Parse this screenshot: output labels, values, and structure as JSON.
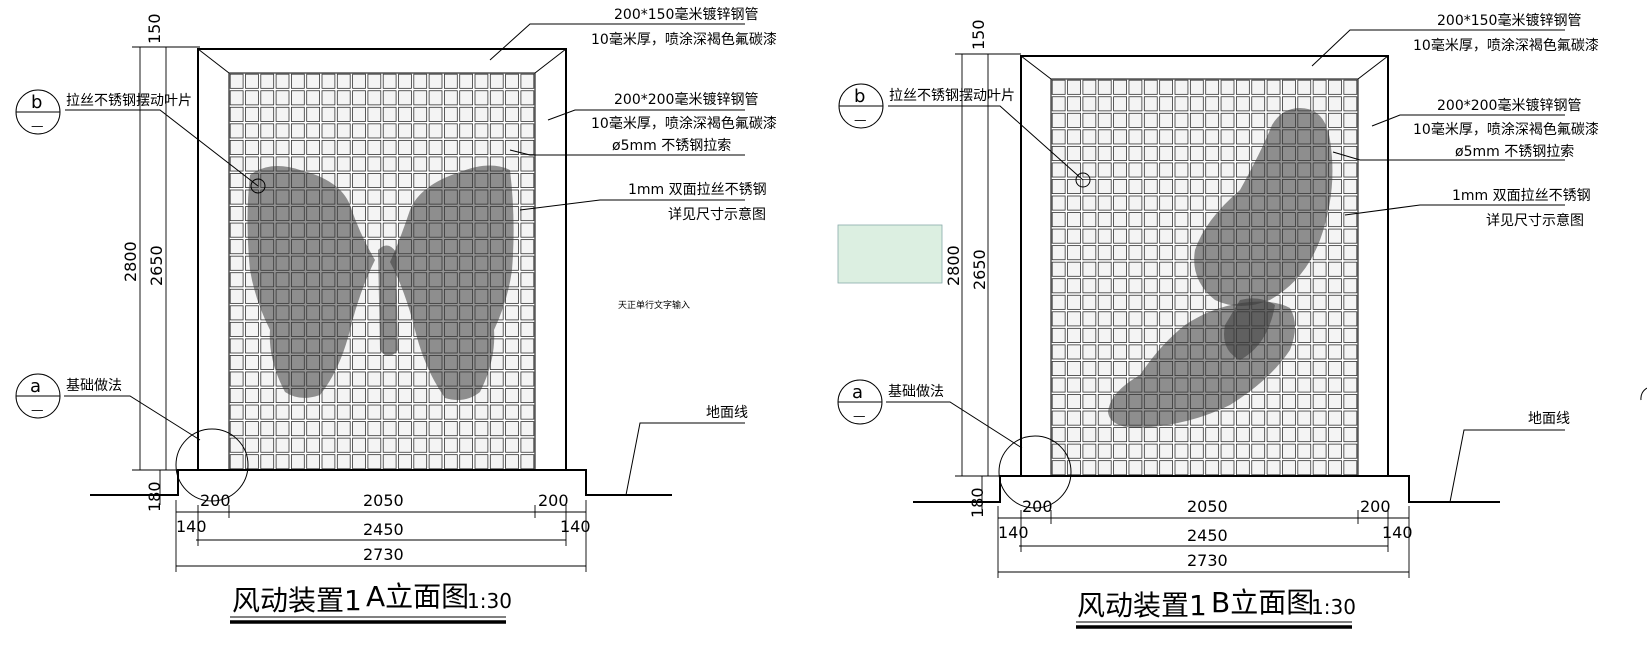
{
  "panels": [
    {
      "title": "风动装置1",
      "view_name": "A立面图",
      "scale": "1:30",
      "callouts": {
        "frame_top_1": "200*150毫米镀锌钢管",
        "frame_top_2": "10毫米厚，喷涂深褐色氟碳漆",
        "frame_side_1": "200*200毫米镀锌钢管",
        "frame_side_2": "10毫米厚，喷涂深褐色氟碳漆",
        "cable": "ø5mm  不锈钢拉索",
        "panel_1": "1mm 双面拉丝不锈钢",
        "panel_2": "详见尺寸示意图",
        "ground": "地面线",
        "tag_b_label": "拉丝不锈钢摆动叶片",
        "tag_a_label": "基础做法",
        "stray": "天正单行文字输入"
      },
      "tags": {
        "b": "b",
        "a": "a",
        "dash": "—"
      },
      "dims": {
        "h_total": "2800",
        "h_inner": "2650",
        "top": "150",
        "base": "180",
        "left_post": "200",
        "span": "2050",
        "right_post": "200",
        "left_offset": "140",
        "right_offset": "140",
        "inner": "2450",
        "total": "2730"
      }
    },
    {
      "title": "风动装置1",
      "view_name": "B立面图",
      "scale": "1:30",
      "callouts": {
        "frame_top_1": "200*150毫米镀锌钢管",
        "frame_top_2": "10毫米厚，喷涂深褐色氟碳漆",
        "frame_side_1": "200*200毫米镀锌钢管",
        "frame_side_2": "10毫米厚，喷涂深褐色氟碳漆",
        "cable": "ø5mm  不锈钢拉索",
        "panel_1": "1mm 双面拉丝不锈钢",
        "panel_2": "详见尺寸示意图",
        "ground": "地面线",
        "tag_b_label": "拉丝不锈钢摆动叶片",
        "tag_a_label": "基础做法"
      },
      "tags": {
        "b": "b",
        "a": "a",
        "dash": "—"
      },
      "dims": {
        "h_total": "2800",
        "h_inner": "2650",
        "top": "150",
        "base": "180",
        "left_post": "200",
        "span": "2050",
        "right_post": "200",
        "left_offset": "140",
        "right_offset": "140",
        "inner": "2450",
        "total": "2730"
      }
    }
  ],
  "colors": {
    "line": "#000000",
    "highlight_box": "#dcefe1"
  }
}
